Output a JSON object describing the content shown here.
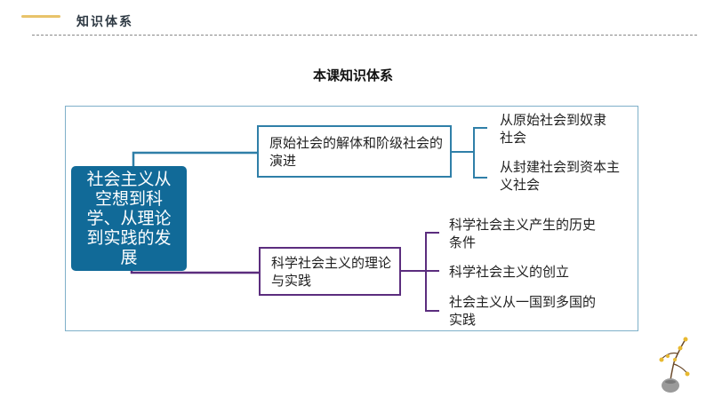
{
  "header": {
    "section_title": "知识体系"
  },
  "diagram": {
    "title": "本课知识体系",
    "root": "社会主义从空想到科学、从理论到实践的发展",
    "branches": [
      {
        "label": "原始社会的解体和阶级社会的演进",
        "color": "#2f7fa8",
        "leaves": [
          "从原始社会到奴隶社会",
          "从封建社会到资本主义社会"
        ]
      },
      {
        "label": "科学社会主义的理论与实践",
        "color": "#5b2d7e",
        "leaves": [
          "科学社会主义产生的历史条件",
          "科学社会主义的创立",
          "社会主义从一国到多国的实践"
        ]
      }
    ]
  },
  "decoration": {
    "icon": "plum-blossom-vase-icon"
  }
}
